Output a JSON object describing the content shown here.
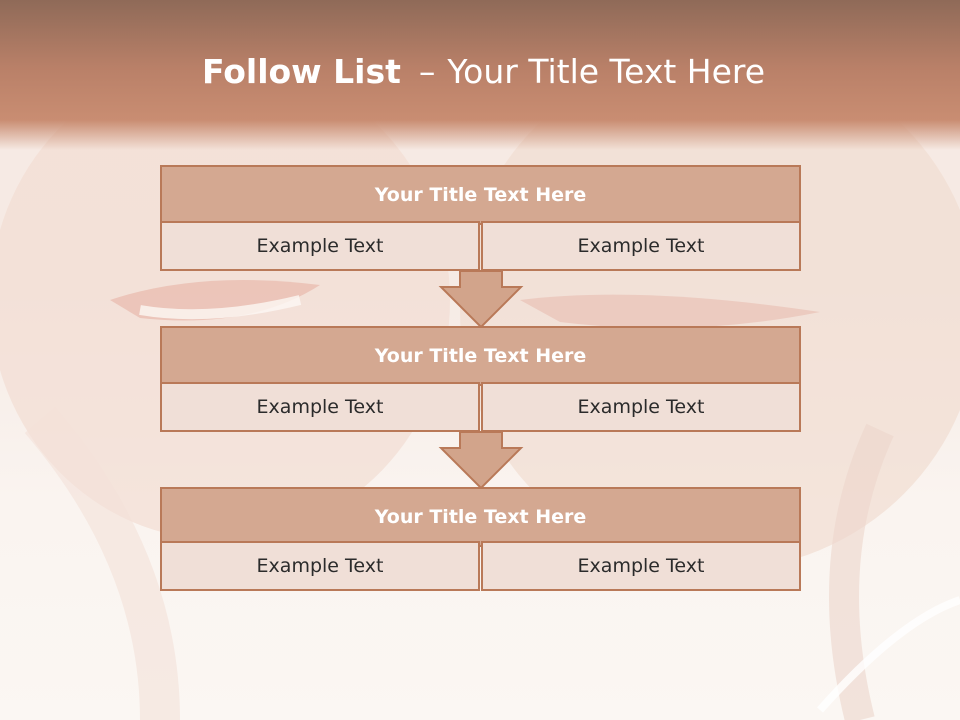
{
  "title": {
    "bold": "Follow List",
    "separator": "–",
    "rest": "Your Title Text Here"
  },
  "stages": [
    {
      "title": "Your Title Text Here",
      "left": "Example Text",
      "right": "Example Text"
    },
    {
      "title": "Your Title Text Here",
      "left": "Example Text",
      "right": "Example Text"
    },
    {
      "title": "Your Title Text Here",
      "left": "Example Text",
      "right": "Example Text"
    }
  ],
  "colors": {
    "header": "#c08a70",
    "box_title_fill": "#d4a891",
    "box_cell_fill": "#f0dfd7",
    "border": "#b97958",
    "arrow_fill": "#d2a48b"
  }
}
